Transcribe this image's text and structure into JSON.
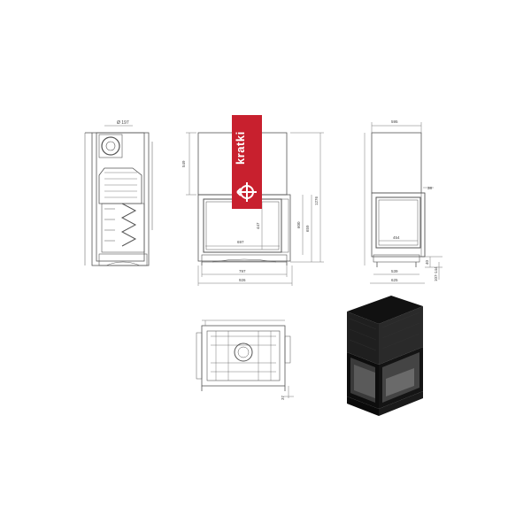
{
  "brand": {
    "name": "kratki",
    "color": "#c8202e"
  },
  "drawing": {
    "line_color": "#555555",
    "side_view": {
      "diameter_label": "Ø 197"
    },
    "front_view": {
      "dims": {
        "top_height": "549",
        "opening_width": "697",
        "opening_height": "447",
        "door_height": "600",
        "side_height": "659",
        "total_height": "1276",
        "base_width": "797",
        "total_width": "926"
      }
    },
    "right_view": {
      "dims": {
        "top_width": "595",
        "offset": "38",
        "opening_width": "454",
        "base_width": "539",
        "total_width": "625",
        "floor_height": "40",
        "leg_range": "107-144"
      }
    },
    "plan_view": {
      "dims": {
        "corner": "37"
      }
    }
  },
  "render_3d": {
    "body_color": "#1b1b1b",
    "glass_color": "#3a3a3a",
    "frame_color": "#0d0d0d"
  }
}
